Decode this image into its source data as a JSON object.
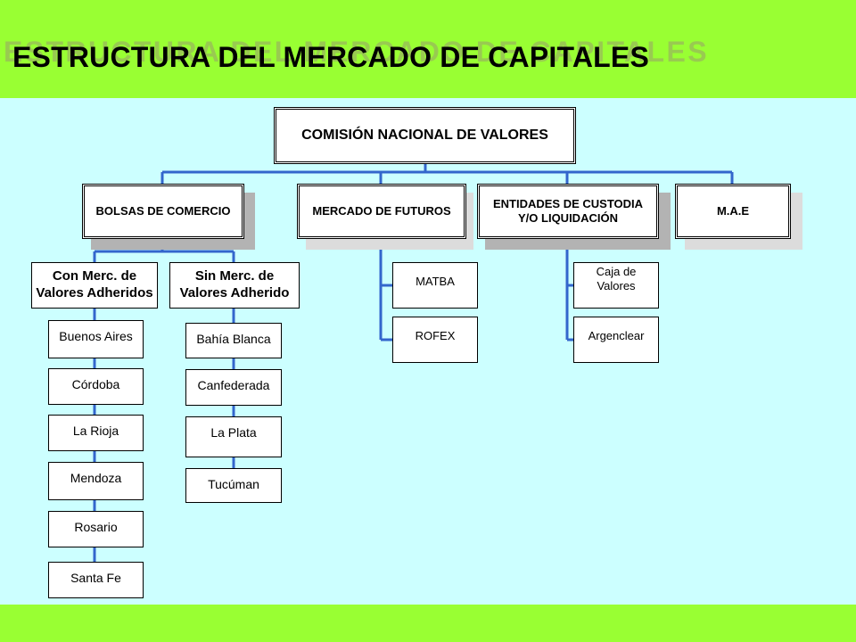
{
  "title": "ESTRUCTURA DEL MERCADO DE CAPITALES",
  "root": "COMISIÓN NACIONAL DE VALORES",
  "level1": [
    "BOLSAS DE COMERCIO",
    "MERCADO DE FUTUROS",
    "ENTIDADES DE CUSTODIA Y/O LIQUIDACIÓN",
    "M.A.E"
  ],
  "bolsas": {
    "con_merc": "Con Merc. de Valores Adheridos",
    "sin_merc": "Sin Merc. de Valores Adherido",
    "con_list": [
      "Buenos Aires",
      "Córdoba",
      "La Rioja",
      "Mendoza",
      "Rosario",
      "Santa Fe"
    ],
    "sin_list": [
      "Bahía Blanca",
      "Canfederada",
      "La Plata",
      "Tucúman"
    ]
  },
  "futuros": [
    "MATBA",
    "ROFEX"
  ],
  "custodia": [
    "Caja de Valores",
    "Argenclear"
  ],
  "colors": {
    "band": "#99ff33",
    "background": "#ccffff",
    "connector": "#3366cc"
  }
}
